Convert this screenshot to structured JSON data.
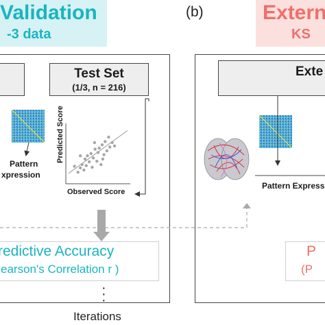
{
  "panel_a": {
    "title": "Validation",
    "subtitle": "-3 data",
    "test_set": {
      "title": "Test Set",
      "detail": "(1/3, n = 216)"
    },
    "pattern_label_1": "Pattern",
    "pattern_label_2": "xpression",
    "scatter": {
      "ylabel": "Predicted Score",
      "xlabel": "Observed Score"
    },
    "accuracy": {
      "line1": "redictive Accuracy",
      "line2": "earson's Correlation r )"
    },
    "iterations": "Iterations",
    "accent_color": "#19b5c0"
  },
  "panel_b": {
    "label": "(b)",
    "title": "Extern",
    "subtitle": "KS",
    "box_title": "Exte",
    "pattern_label": "Pattern Express",
    "accuracy": {
      "line1": "P",
      "line2": "(P"
    },
    "accent_color": "#ef6f6a"
  },
  "chart_data": {
    "type": "scatter",
    "xlabel": "Observed Score",
    "ylabel": "Predicted Score",
    "points": [
      [
        0.1,
        0.27
      ],
      [
        0.16,
        0.16
      ],
      [
        0.2,
        0.24
      ],
      [
        0.23,
        0.3
      ],
      [
        0.26,
        0.2
      ],
      [
        0.28,
        0.4
      ],
      [
        0.3,
        0.28
      ],
      [
        0.32,
        0.46
      ],
      [
        0.35,
        0.35
      ],
      [
        0.38,
        0.5
      ],
      [
        0.4,
        0.25
      ],
      [
        0.42,
        0.42
      ],
      [
        0.45,
        0.58
      ],
      [
        0.48,
        0.36
      ],
      [
        0.5,
        0.52
      ],
      [
        0.52,
        0.6
      ],
      [
        0.55,
        0.3
      ],
      [
        0.57,
        0.66
      ],
      [
        0.6,
        0.48
      ],
      [
        0.62,
        0.72
      ],
      [
        0.65,
        0.55
      ],
      [
        0.68,
        0.8
      ],
      [
        0.7,
        0.62
      ],
      [
        0.74,
        0.7
      ],
      [
        0.78,
        0.64
      ],
      [
        0.2,
        0.46
      ],
      [
        0.44,
        0.7
      ],
      [
        0.58,
        0.4
      ]
    ],
    "fit_line": [
      [
        0.0,
        0.14
      ],
      [
        1.0,
        0.92
      ]
    ]
  }
}
